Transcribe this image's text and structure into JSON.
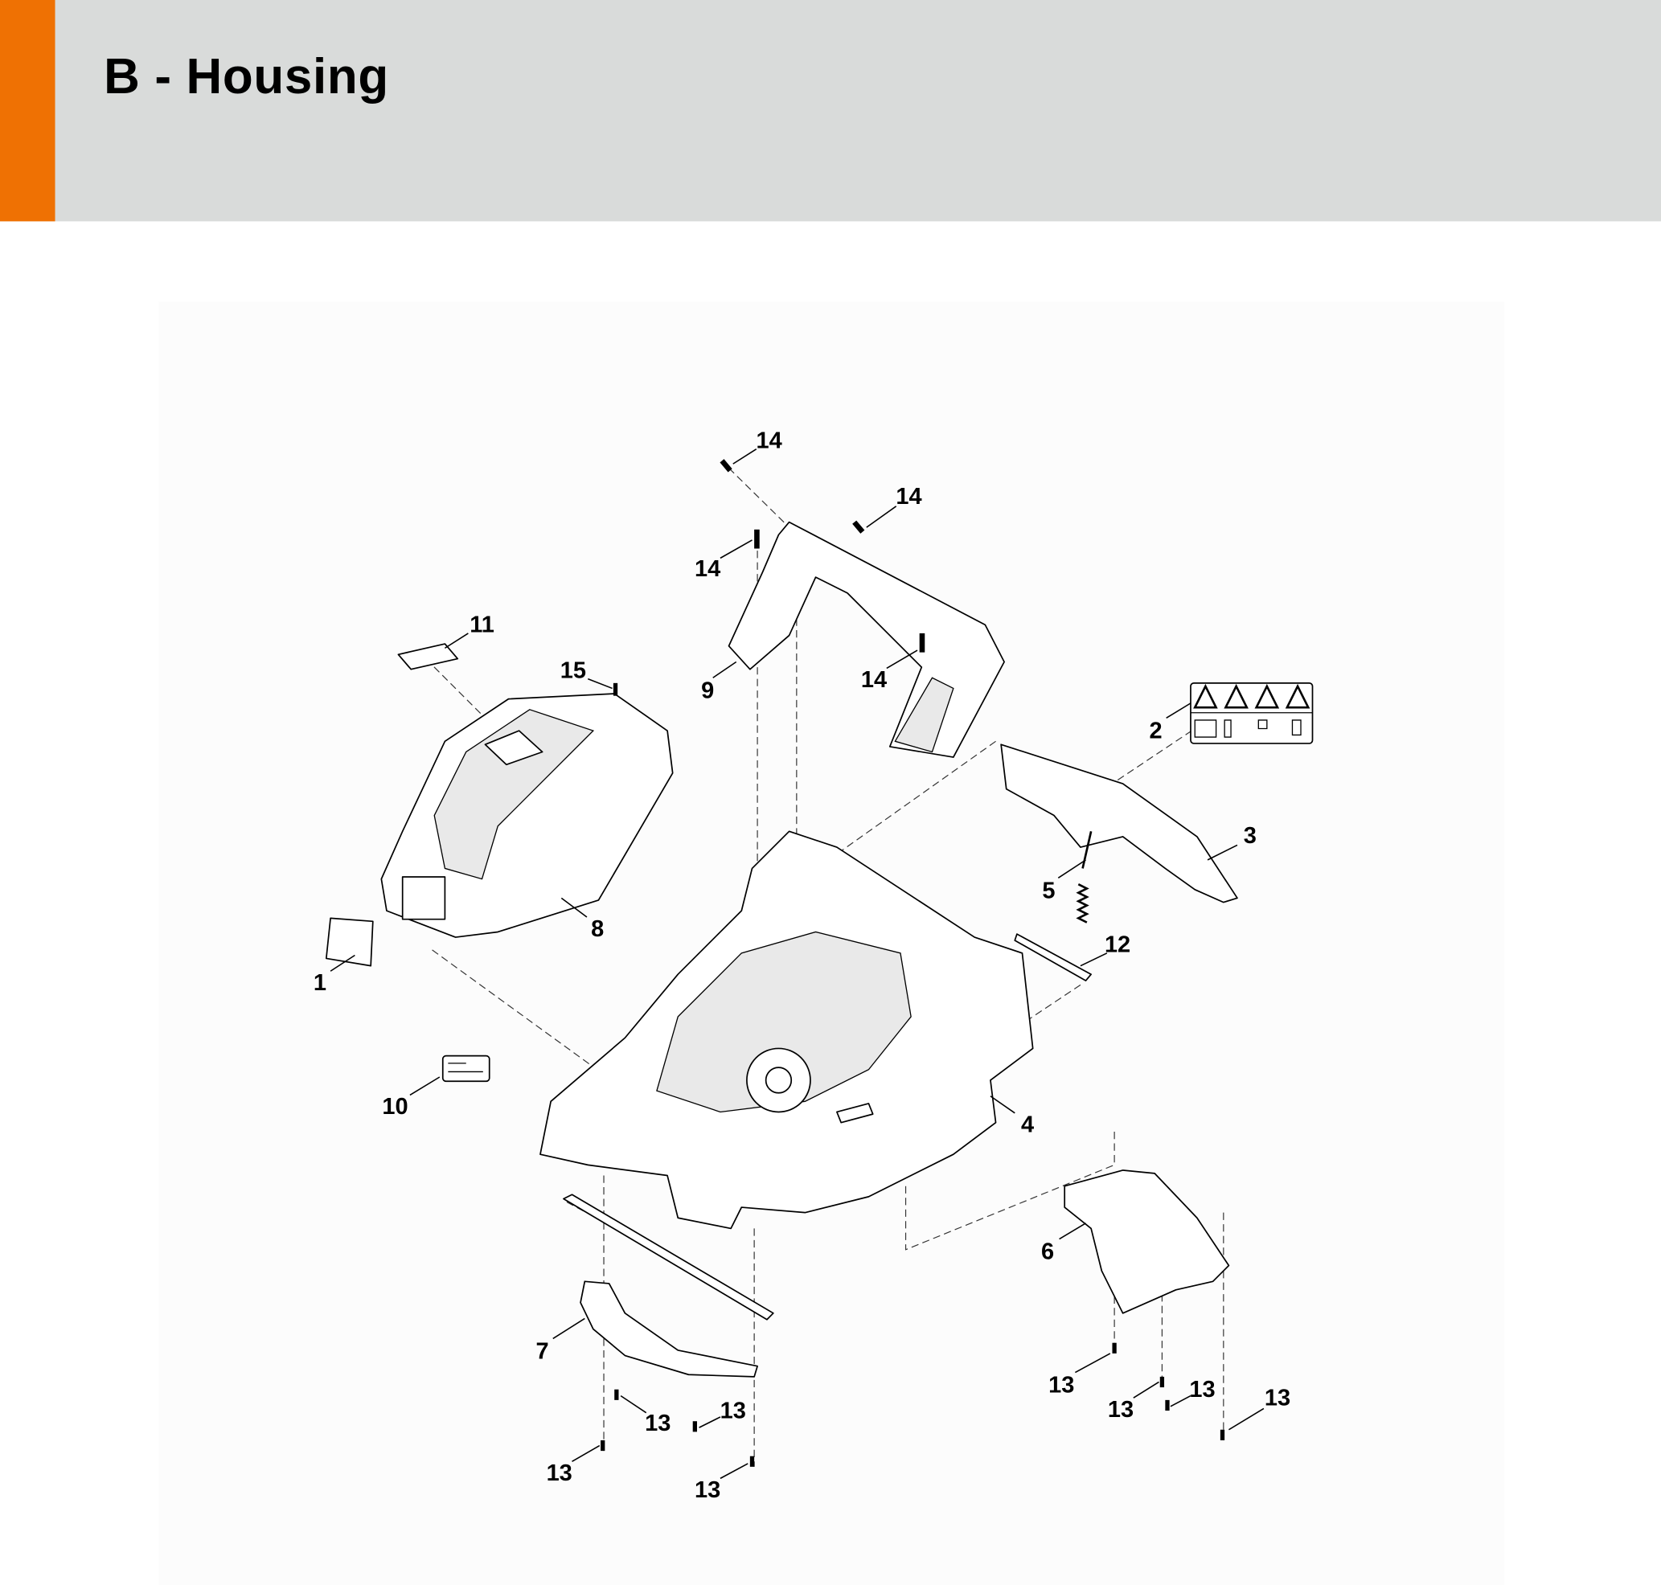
{
  "header": {
    "title": "B - Housing",
    "accent_color": "#ef7103",
    "background_color": "#d9dbda"
  },
  "diagram": {
    "callouts": [
      "14",
      "14",
      "14",
      "14",
      "11",
      "15",
      "9",
      "2",
      "3",
      "5",
      "8",
      "12",
      "1",
      "10",
      "4",
      "6",
      "7",
      "13",
      "13",
      "13",
      "13",
      "13",
      "13",
      "13",
      "13"
    ]
  }
}
